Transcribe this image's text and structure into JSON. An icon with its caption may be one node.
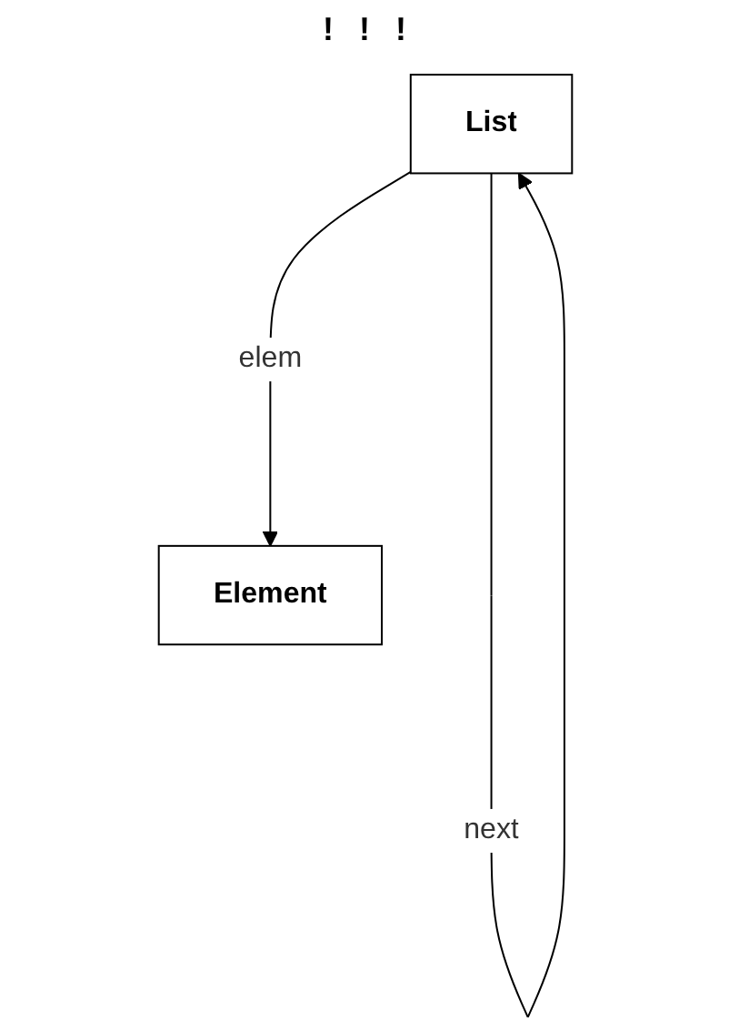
{
  "diagram": {
    "nodes": [
      {
        "text": [
          "List"
        ]
      },
      {
        "text": [
          "Element"
        ]
      }
    ],
    "edges": [
      {
        "from": 0,
        "to": 0,
        "arrow": "to",
        "label": "next"
      },
      {
        "from": 0,
        "to": 1,
        "arrow": "to",
        "label": "elem"
      }
    ],
    "labels": [
      "!",
      "!",
      "!"
    ]
  }
}
